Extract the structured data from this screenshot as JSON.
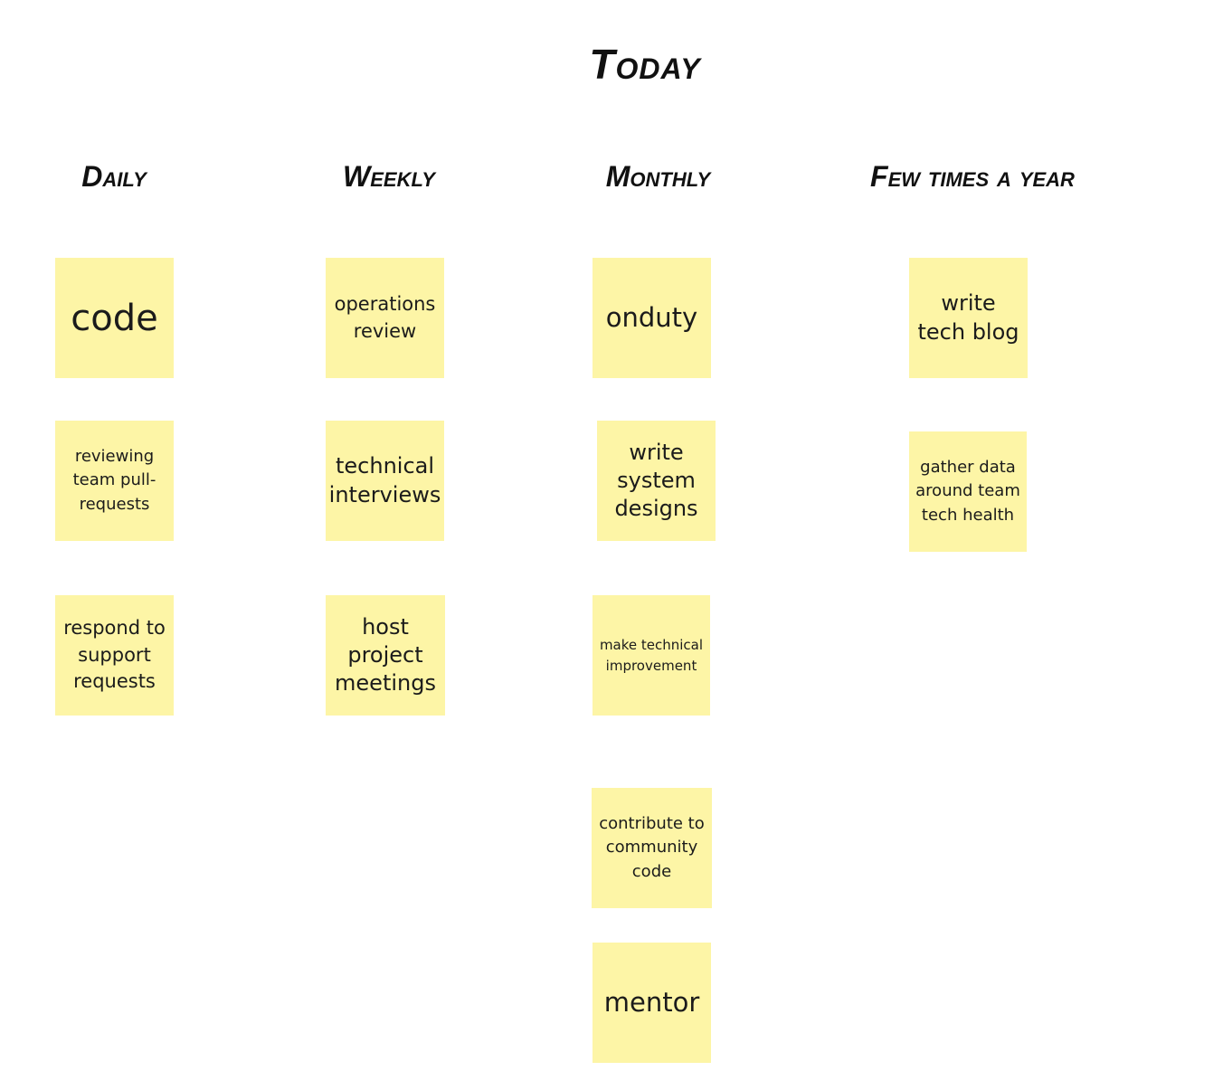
{
  "board": {
    "title": "Today",
    "note_color": "#fdf5a6"
  },
  "columns": [
    {
      "heading": "Daily",
      "notes": [
        "code",
        "reviewing team pull-requests",
        "respond to support requests"
      ]
    },
    {
      "heading": "Weekly",
      "notes": [
        "operations review",
        "technical interviews",
        "host project meetings"
      ]
    },
    {
      "heading": "Monthly",
      "notes": [
        "onduty",
        "write system designs",
        "make technical improvement",
        "contribute to community code",
        "mentor"
      ]
    },
    {
      "heading": "Few times a year",
      "notes": [
        "write tech blog",
        "gather data around team tech health"
      ]
    }
  ]
}
